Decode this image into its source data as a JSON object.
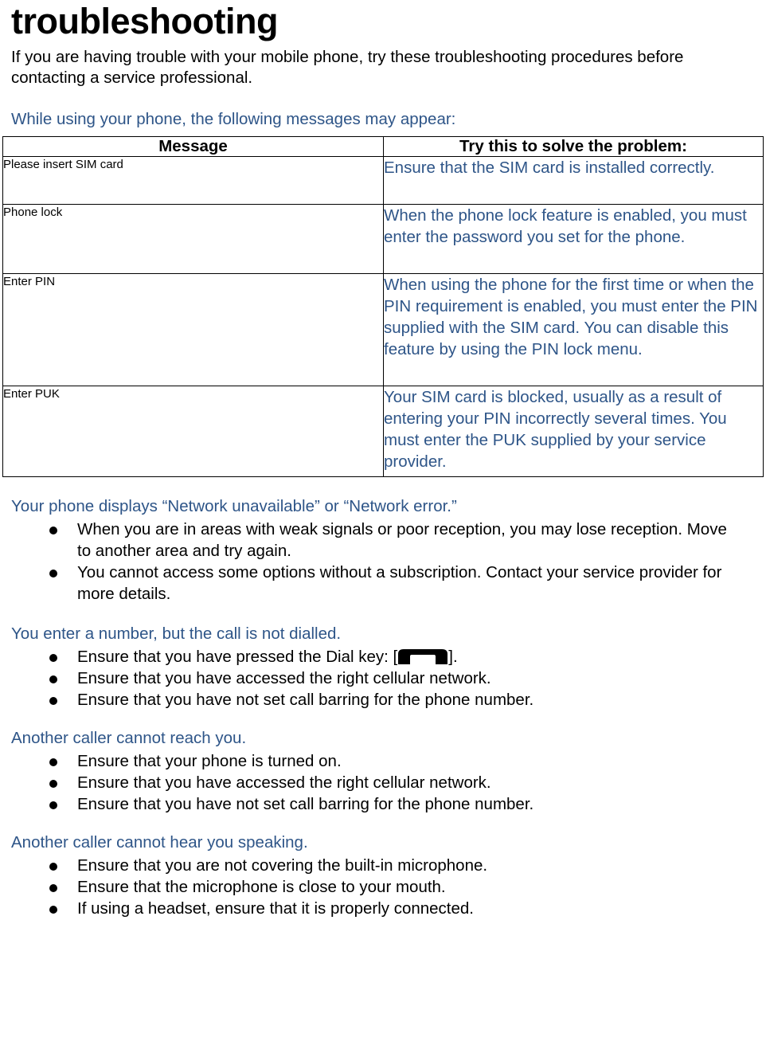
{
  "document": {
    "title": "troubleshooting",
    "intro": "If you are having trouble with your mobile phone, try these troubleshooting procedures before contacting a service professional.",
    "accent_color": "#2E5588",
    "text_color": "#000000"
  },
  "messages_section": {
    "heading": "While using your phone, the following messages may appear:",
    "table": {
      "columns": [
        "Message",
        "Try this to solve the problem:"
      ],
      "rows": [
        {
          "message": "Please insert SIM card",
          "solution": "Ensure that the SIM card is installed correctly."
        },
        {
          "message": "Phone lock",
          "solution": "When the phone lock feature is enabled, you must enter the password you set for the phone."
        },
        {
          "message": "Enter PIN",
          "solution": "When using the phone for the first time or when the PIN requirement is enabled, you must enter the PIN supplied with the SIM card. You can disable this feature by using the PIN lock   menu."
        },
        {
          "message": "Enter PUK",
          "solution": "Your SIM card is blocked, usually as a result of entering your PIN incorrectly several times. You must enter the PUK supplied by your service provider."
        }
      ]
    }
  },
  "sections": [
    {
      "heading": "Your phone displays “Network unavailable” or “Network error.”",
      "bullets": [
        "When you are in areas with weak signals or poor reception, you may lose reception. Move to another area and try again.",
        "You cannot access some options without a subscription. Contact your service provider for more details."
      ]
    },
    {
      "heading": "You enter a number, but the call is not dialled.",
      "bullets": [
        "Ensure that you have accessed the right cellular network.",
        "Ensure that you have not set call barring for the phone number."
      ],
      "dial_bullet": {
        "text_before": "Ensure that you have pressed the Dial key: [",
        "icon": "phone-handset-icon",
        "text_after": "]."
      }
    },
    {
      "heading": "Another caller cannot reach you.",
      "bullets": [
        "Ensure that your phone is turned on.",
        "Ensure that you have accessed the right cellular network.",
        "Ensure that you have not set call barring for the phone number."
      ]
    },
    {
      "heading": "Another caller cannot hear you speaking.",
      "bullets": [
        "Ensure that you are not covering the built-in microphone.",
        "Ensure that the microphone is close to your mouth.",
        "If using a headset, ensure that it is properly connected."
      ]
    }
  ]
}
